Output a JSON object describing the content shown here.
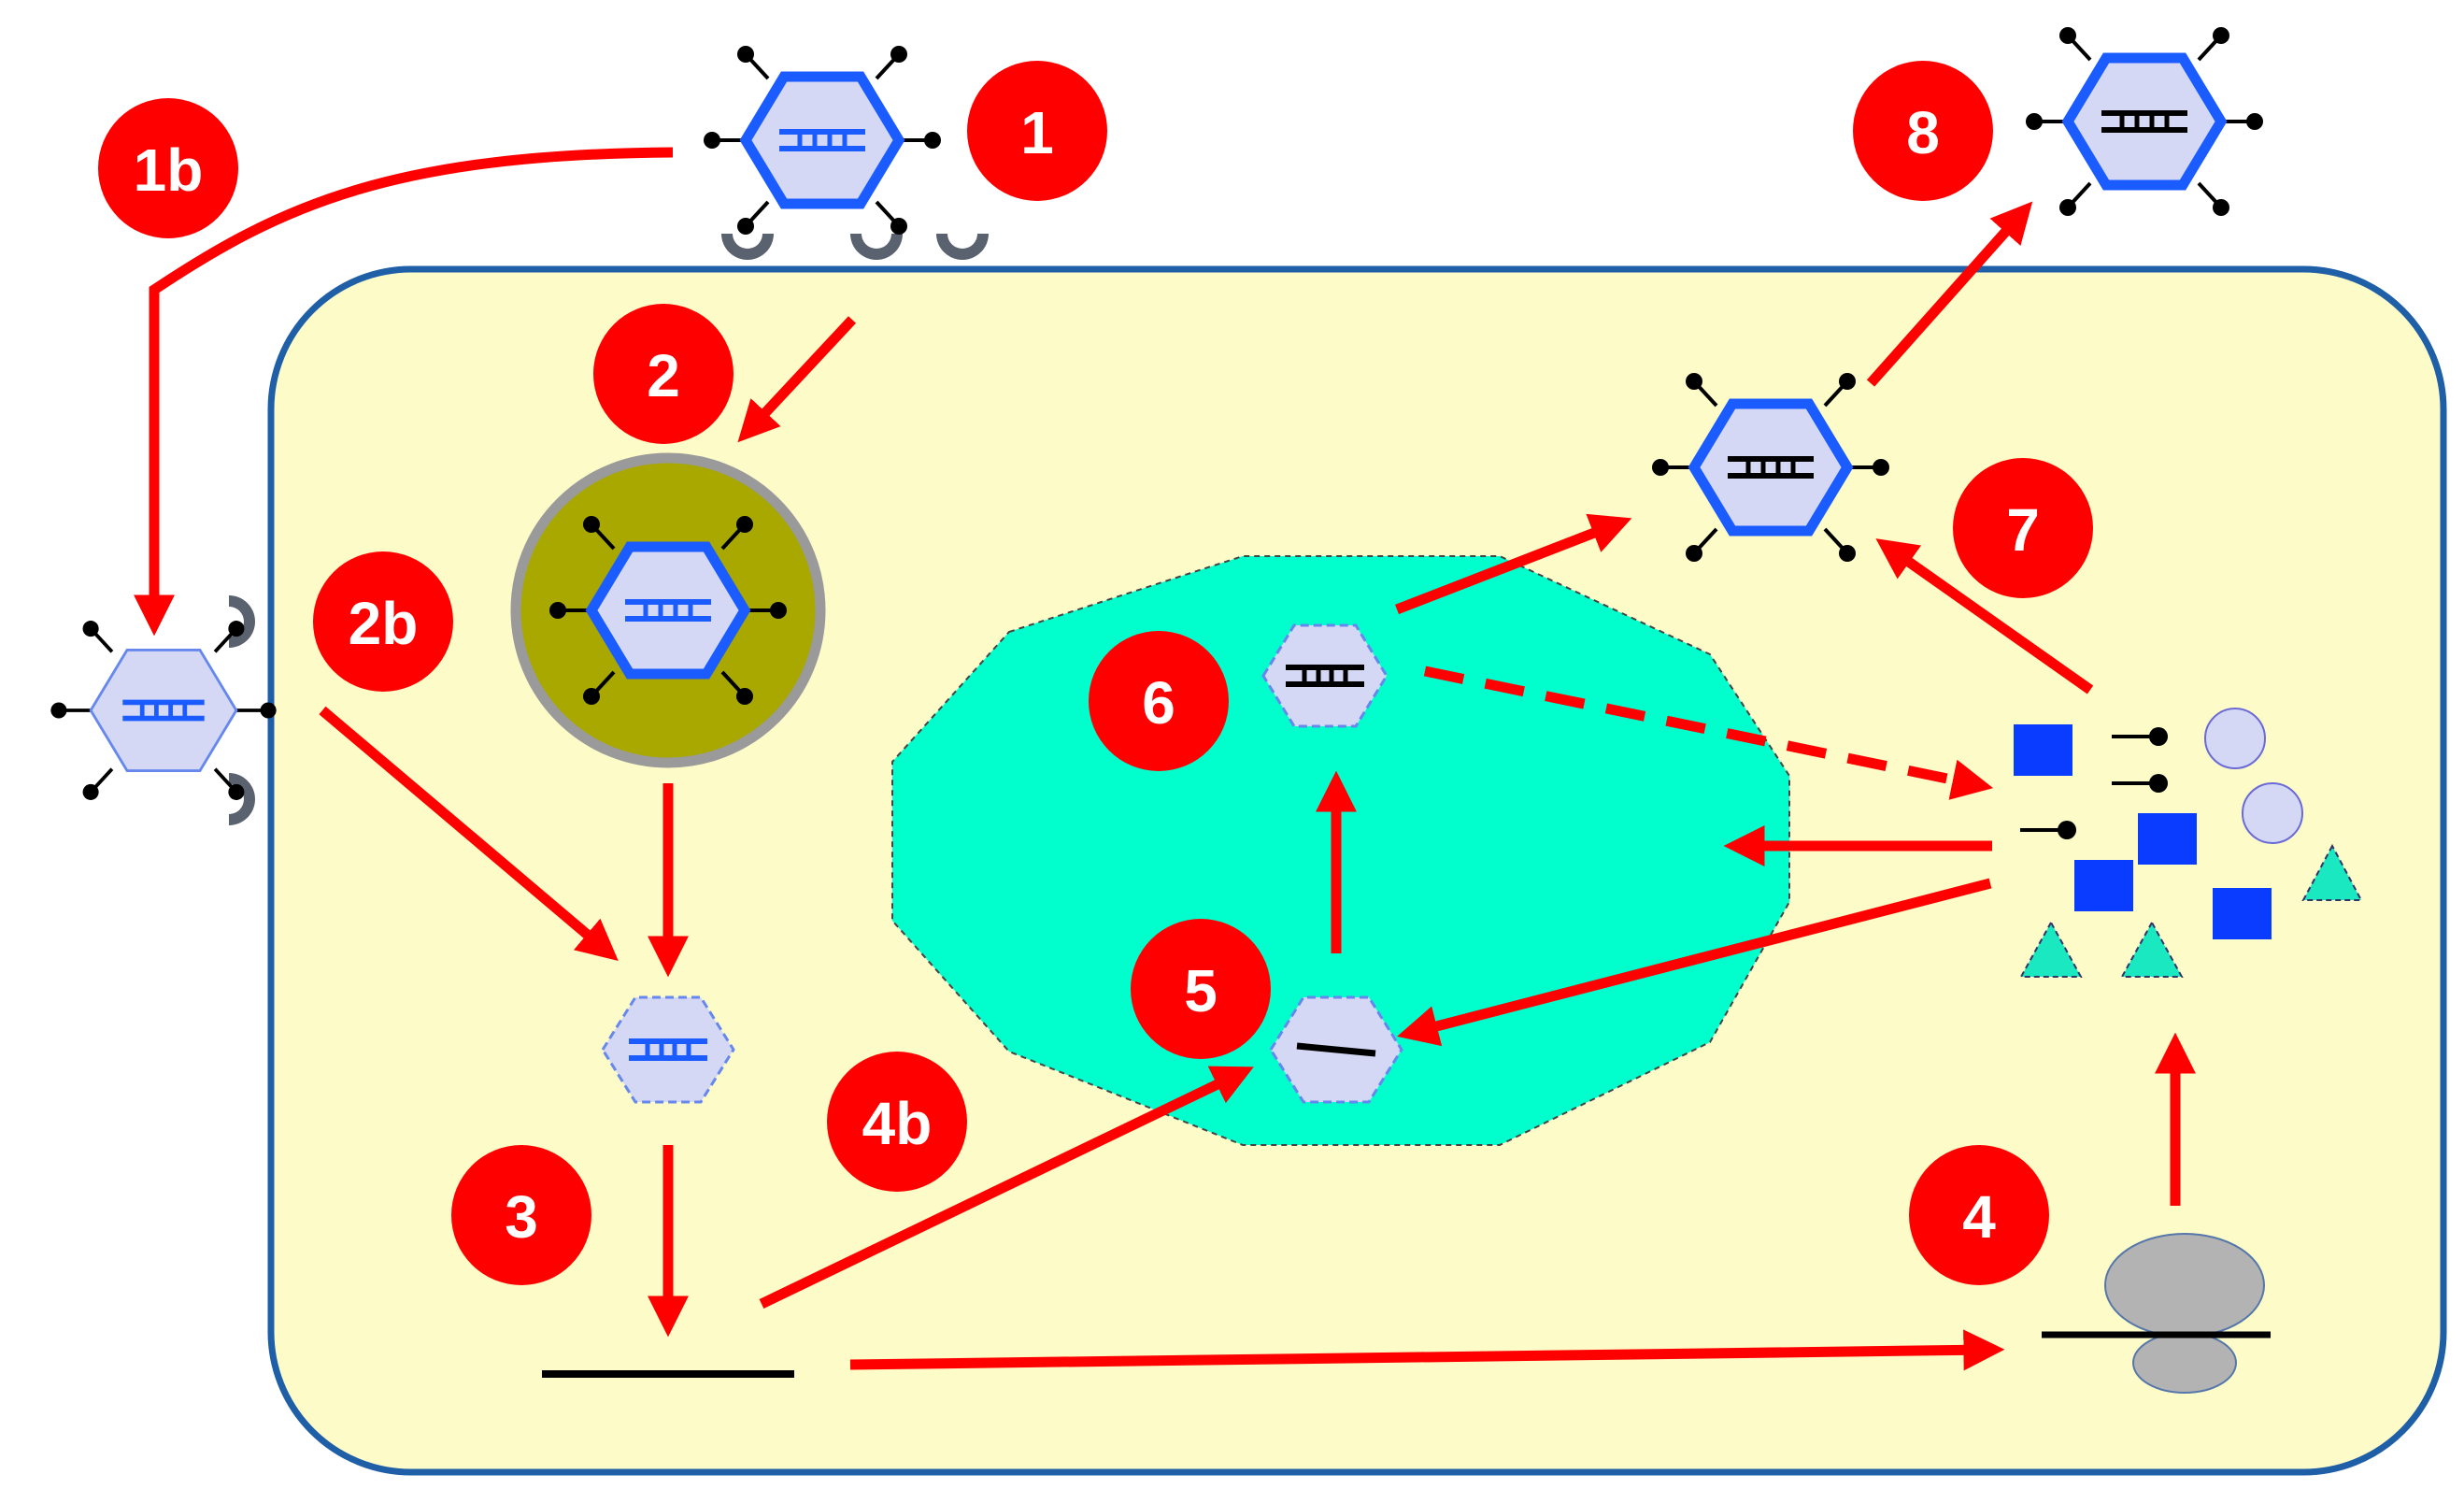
{
  "diagram": {
    "steps": [
      {
        "id": "s1",
        "label": "1"
      },
      {
        "id": "s1b",
        "label": "1b"
      },
      {
        "id": "s2",
        "label": "2"
      },
      {
        "id": "s2b",
        "label": "2b"
      },
      {
        "id": "s3",
        "label": "3"
      },
      {
        "id": "s4",
        "label": "4"
      },
      {
        "id": "s4b",
        "label": "4b"
      },
      {
        "id": "s5",
        "label": "5"
      },
      {
        "id": "s6",
        "label": "6"
      },
      {
        "id": "s7",
        "label": "7"
      },
      {
        "id": "s8",
        "label": "8"
      }
    ]
  },
  "colors": {
    "cell_fill": "#fdfbc8",
    "cell_border": "#1f5fa8",
    "nucleus_fill": "#00ffcc",
    "arrow": "#ff0000",
    "badge": "#ff0000",
    "capsid_border": "#1a5cff",
    "capsid_fill": "#d4d8f4",
    "endosome_fill": "#a8a800",
    "endosome_border": "#9a9a9a",
    "protein_square": "#0a3cff",
    "protein_triangle": "#19e8c0",
    "ribosome": "#b3b3b3"
  }
}
